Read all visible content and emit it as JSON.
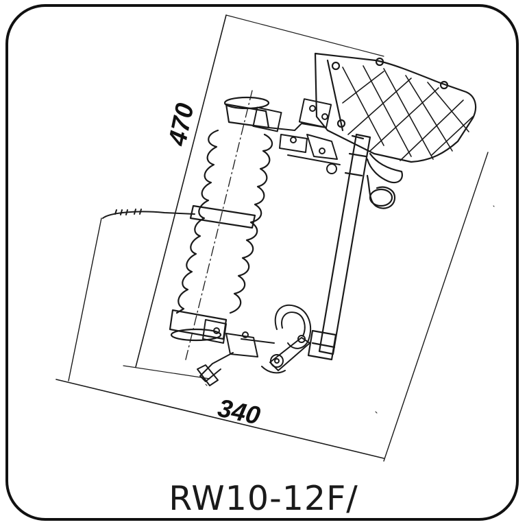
{
  "diagram": {
    "dimension_height": "470",
    "dimension_width": "340",
    "model": "RW10-12F/"
  },
  "colors": {
    "line": "#1a1a1a",
    "frame": "#111111",
    "background": "#ffffff"
  }
}
